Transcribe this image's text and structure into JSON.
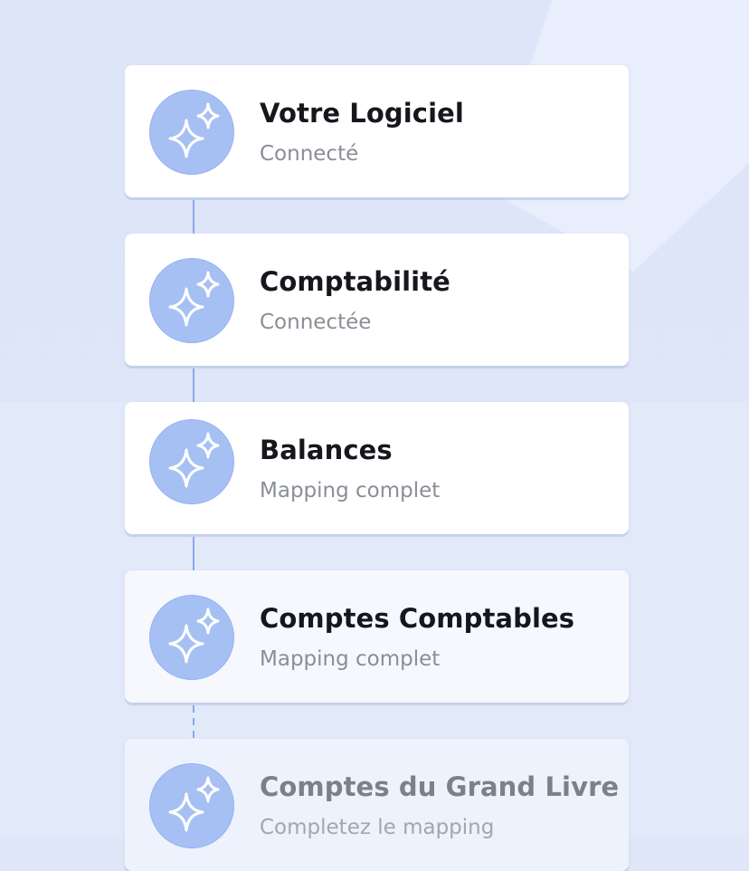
{
  "steps": [
    {
      "title": "Votre Logiciel",
      "subtitle": "Connecté",
      "icon": "sparkle-icon"
    },
    {
      "title": "Comptabilité",
      "subtitle": "Connectée",
      "icon": "sparkle-icon"
    },
    {
      "title": "Balances",
      "subtitle": "Mapping complet",
      "icon": "sparkle-icon"
    },
    {
      "title": "Comptes Comptables",
      "subtitle": "Mapping complet",
      "icon": "sparkle-icon"
    },
    {
      "title": "Comptes du Grand Livre",
      "subtitle": "Completez le mapping",
      "icon": "sparkle-icon"
    }
  ],
  "colors": {
    "background": "#dfe6f8",
    "card": "#ffffff",
    "icon_circle": "#a7c0f4",
    "connector": "#8ba9ea",
    "title_text": "#15171c",
    "subtitle_text": "#8a8e96"
  }
}
